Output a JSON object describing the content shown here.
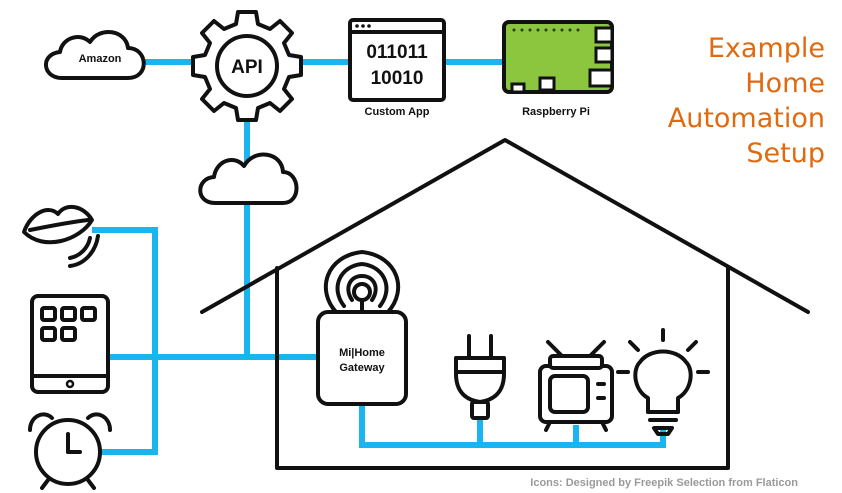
{
  "title": {
    "lines": [
      "Example",
      "Home",
      "Automation",
      "Setup"
    ]
  },
  "nodes": {
    "amazon": "Amazon",
    "api": "API",
    "custom_app": "Custom App",
    "custom_app_bits_1": "011011",
    "custom_app_bits_2": "10010",
    "raspberry_pi": "Raspberry Pi",
    "gateway_line1": "Mi|Home",
    "gateway_line2": "Gateway"
  },
  "credit": "Icons: Designed by Freepik Selection from Flaticon",
  "colors": {
    "wire": "#1ab4ee",
    "title": "#e06a10",
    "pi_board": "#8cc63f",
    "credit": "#9a9a9a"
  }
}
